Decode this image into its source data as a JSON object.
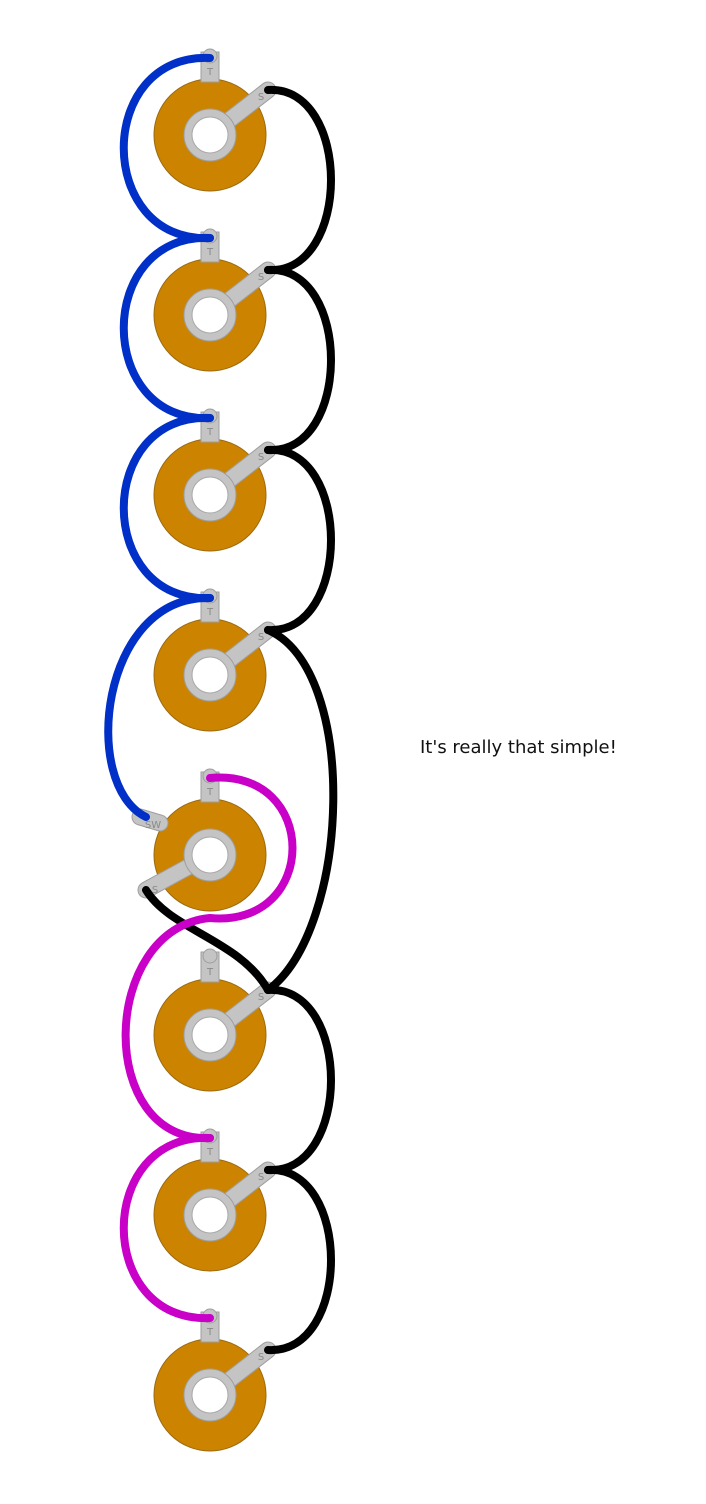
{
  "caption": "It's really that simple!",
  "colors": {
    "jack_body": "#cc8400",
    "jack_outline": "#9a6a10",
    "lug": "#c4c4c4",
    "lug_outline": "#9e9e9e",
    "hole": "#ffffff",
    "wire_blue": "#0030c8",
    "wire_black": "#000000",
    "wire_magenta": "#c800c8"
  },
  "jacks": [
    {
      "id": "jack-1",
      "lugs": [
        "T",
        "S"
      ]
    },
    {
      "id": "jack-2",
      "lugs": [
        "T",
        "S"
      ]
    },
    {
      "id": "jack-3",
      "lugs": [
        "T",
        "S"
      ]
    },
    {
      "id": "jack-4",
      "lugs": [
        "T",
        "S"
      ]
    },
    {
      "id": "jack-5",
      "lugs": [
        "T",
        "SW",
        "S"
      ]
    },
    {
      "id": "jack-6",
      "lugs": [
        "T",
        "S"
      ]
    },
    {
      "id": "jack-7",
      "lugs": [
        "T",
        "S"
      ]
    },
    {
      "id": "jack-8",
      "lugs": [
        "T",
        "S"
      ]
    }
  ]
}
